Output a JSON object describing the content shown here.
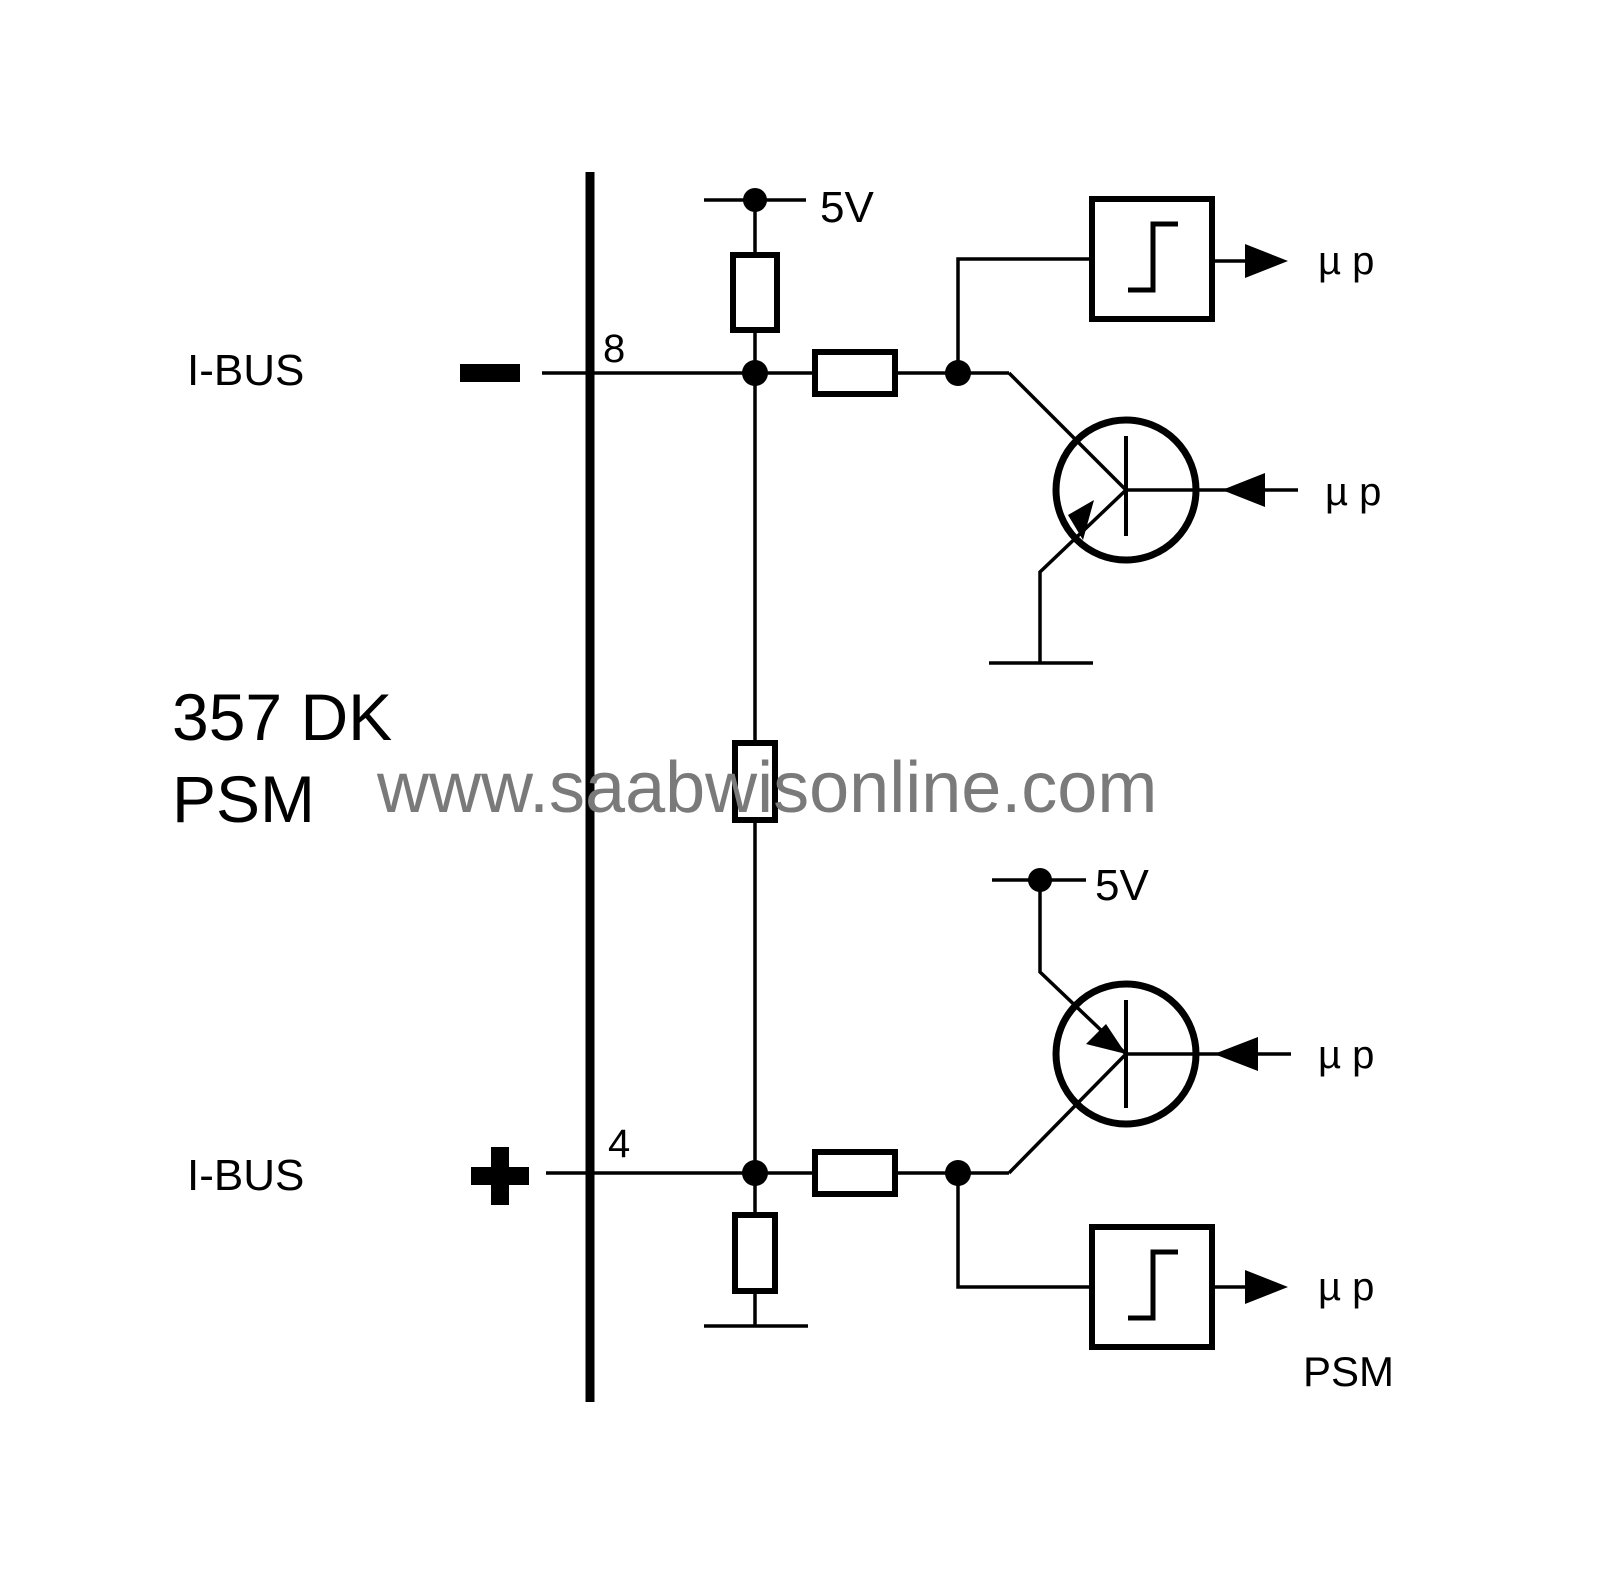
{
  "module": {
    "code": "357 DK",
    "name": "PSM"
  },
  "watermark": "www.saabwisonline.com",
  "bus_lines": [
    {
      "label": "I-BUS",
      "polarity": "−",
      "pin": "8"
    },
    {
      "label": "I-BUS",
      "polarity": "+",
      "pin": "4"
    }
  ],
  "supply_labels": [
    "5V",
    "5V"
  ],
  "microprocessor_labels": [
    "µ p",
    "µ p",
    "µ p",
    "µ p"
  ],
  "footer_label": "PSM",
  "colors": {
    "line": "#000000",
    "background": "#ffffff",
    "watermark": "#7a7a7a"
  }
}
